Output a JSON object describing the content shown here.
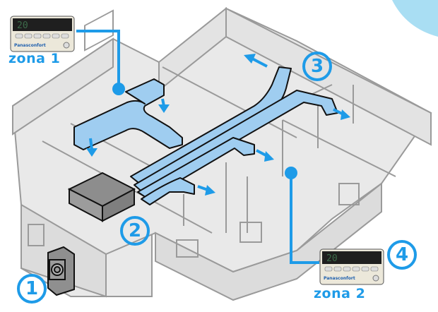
{
  "diagram": {
    "title": "Ducted air conditioning zoning diagram",
    "colors": {
      "accent": "#1e9be8",
      "duct_fill": "#9fcdf0",
      "wall_fill": "#e9e9e9",
      "wall_line": "#9a9a9a",
      "unit_fill": "#9c9c9c",
      "corner_bubble": "#a9def3"
    },
    "zones": [
      {
        "label": "zona 1"
      },
      {
        "label": "zona 2"
      }
    ],
    "markers": [
      {
        "number": "1",
        "meaning": "outdoor unit"
      },
      {
        "number": "2",
        "meaning": "indoor ducted unit"
      },
      {
        "number": "3",
        "meaning": "ductwork / air outlets"
      },
      {
        "number": "4",
        "meaning": "zone thermostat"
      }
    ],
    "thermostat": {
      "brand": "Panasconfort",
      "display": "20",
      "icon": "thermostat-panel-icon"
    }
  }
}
